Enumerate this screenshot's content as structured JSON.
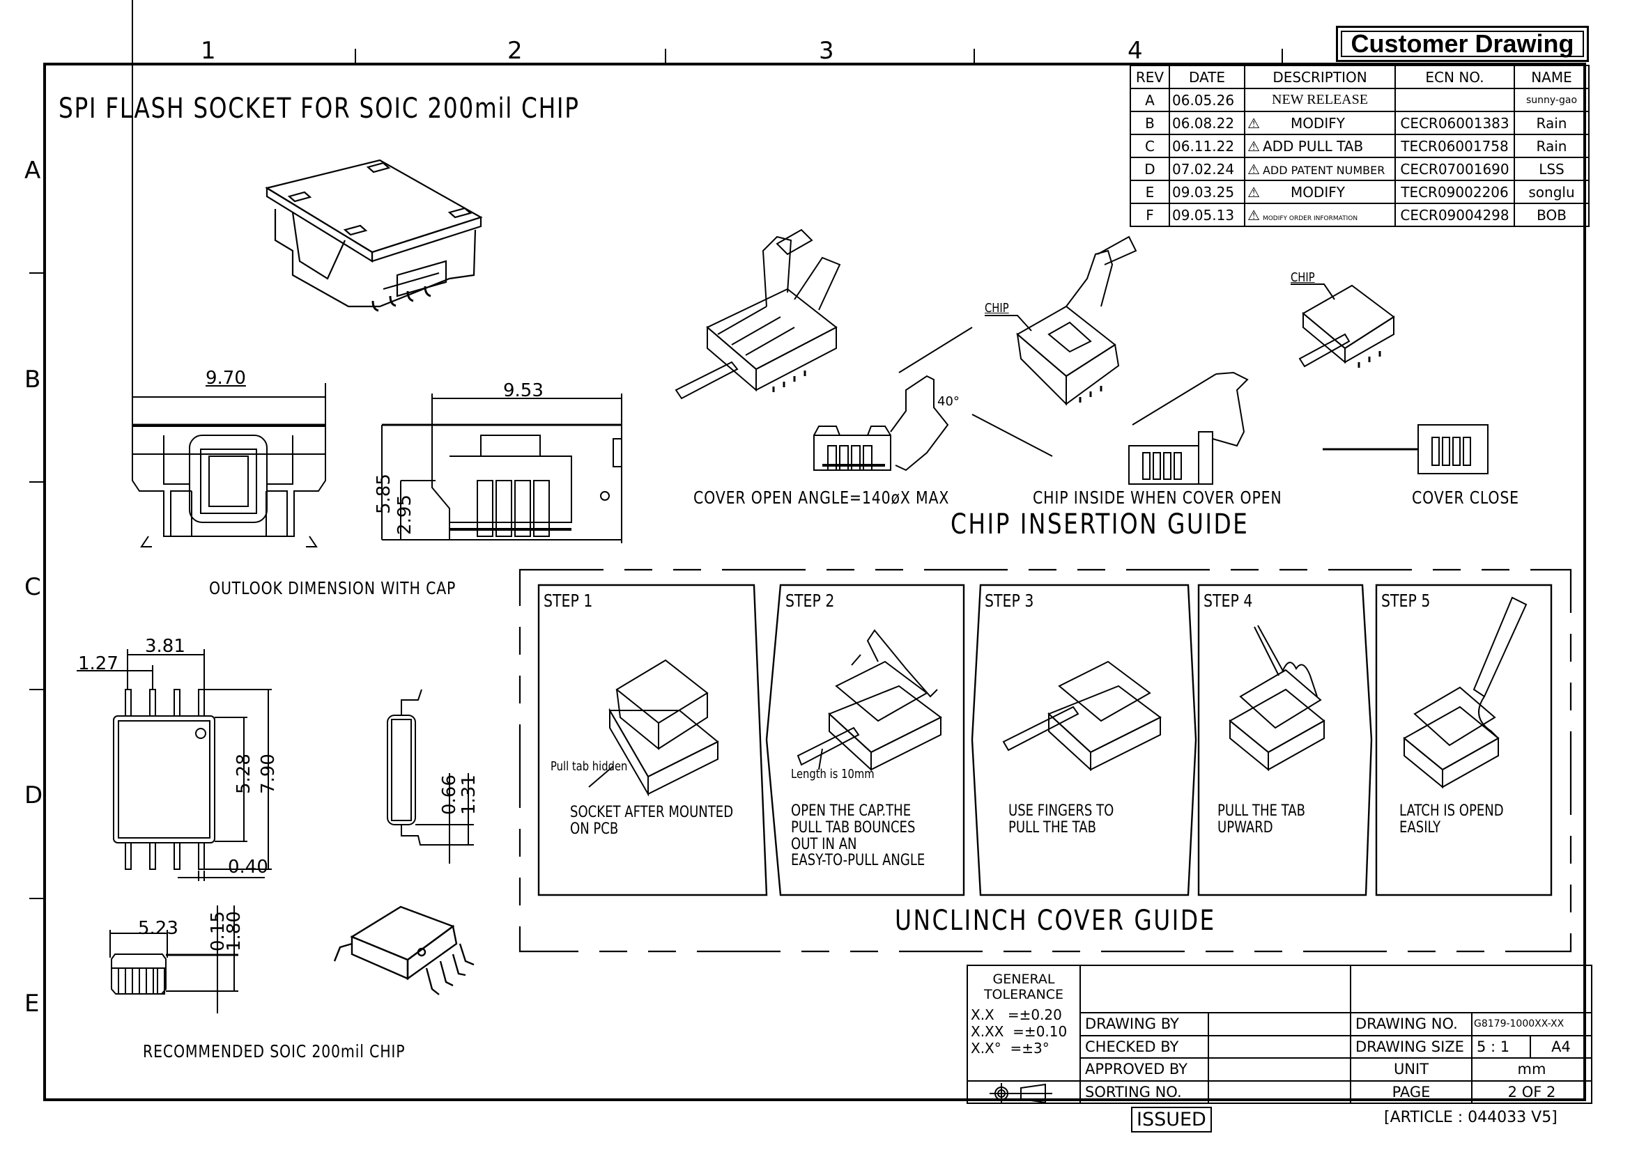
{
  "title": "SPI FLASH SOCKET FOR SOIC 200mil CHIP",
  "border": {
    "columns": [
      "1",
      "2",
      "3",
      "4"
    ],
    "rows": [
      "A",
      "B",
      "C",
      "D",
      "E"
    ]
  },
  "stamp": "Customer Drawing",
  "revision_table": {
    "headers": [
      "REV",
      "DATE",
      "DESCRIPTION",
      "ECN NO.",
      "NAME"
    ],
    "rows": [
      {
        "rev": "A",
        "date": "06.05.26",
        "description": "NEW RELEASE",
        "ecn": "",
        "name": "sunny-gao",
        "mark": ""
      },
      {
        "rev": "B",
        "date": "06.08.22",
        "description": "MODIFY",
        "ecn": "CECR06001383",
        "name": "Rain",
        "mark": "warning-triangle-icon"
      },
      {
        "rev": "C",
        "date": "06.11.22",
        "description": "ADD PULL TAB",
        "ecn": "TECR06001758",
        "name": "Rain",
        "mark": "warning-triangle-icon"
      },
      {
        "rev": "D",
        "date": "07.02.24",
        "description": "ADD PATENT NUMBER",
        "ecn": "CECR07001690",
        "name": "LSS",
        "mark": "warning-triangle-icon"
      },
      {
        "rev": "E",
        "date": "09.03.25",
        "description": "MODIFY",
        "ecn": "TECR09002206",
        "name": "songlu",
        "mark": "warning-triangle-icon"
      },
      {
        "rev": "F",
        "date": "09.05.13",
        "description": "MODIFY ORDER INFORMATION",
        "ecn": "CECR09004298",
        "name": "BOB",
        "mark": "warning-triangle-icon"
      }
    ]
  },
  "outlook": {
    "caption": "OUTLOOK DIMENSION WITH CAP",
    "front_width": "9.70",
    "side_width": "9.53",
    "height_total": "5.85",
    "height_base": "2.95"
  },
  "chip": {
    "caption": "RECOMMENDED SOIC 200mil CHIP",
    "pitch": "1.27",
    "pin_span": "3.81",
    "body_width": "5.28",
    "total_width": "7.90",
    "lead_width": "0.40",
    "lead_thickness": "0.66",
    "lead_height": "1.31",
    "body_length": "5.23",
    "standoff": "0.15",
    "total_height": "1.80"
  },
  "insertion_guide": {
    "title": "CHIP INSERTION GUIDE",
    "chip_label": "CHIP",
    "angle_label": "40°",
    "captions": [
      "COVER OPEN ANGLE=140øX MAX",
      "CHIP INSIDE WHEN COVER OPEN",
      "COVER CLOSE"
    ]
  },
  "unclinch_guide": {
    "title": "UNCLINCH COVER GUIDE",
    "steps": [
      {
        "label": "STEP 1",
        "note": "Pull tab hidden",
        "lines": [
          "SOCKET AFTER MOUNTED",
          "ON PCB"
        ]
      },
      {
        "label": "STEP 2",
        "note": "Length is 10mm",
        "lines": [
          "OPEN THE CAP.THE",
          "PULL TAB BOUNCES",
          "OUT IN AN",
          "EASY-TO-PULL ANGLE"
        ]
      },
      {
        "label": "STEP 3",
        "note": "",
        "lines": [
          "USE FINGERS TO",
          "PULL THE TAB"
        ]
      },
      {
        "label": "STEP 4",
        "note": "",
        "lines": [
          "PULL THE TAB",
          "UPWARD"
        ]
      },
      {
        "label": "STEP 5",
        "note": "",
        "lines": [
          "LATCH IS OPEND",
          "EASILY"
        ]
      }
    ]
  },
  "title_block": {
    "tolerance_title_1": "GENERAL",
    "tolerance_title_2": "TOLERANCE",
    "tolerances": [
      "X.X   =±0.20",
      "X.XX  =±0.10",
      "X.X°  =±3°"
    ],
    "drawing_by": "DRAWING BY",
    "checked_by": "CHECKED BY",
    "approved_by": "APPROVED BY",
    "sorting_no": "SORTING NO.",
    "drawing_no_label": "DRAWING NO.",
    "drawing_no": "G8179-1000XX-XX",
    "drawing_size_label": "DRAWING SIZE",
    "scale": "5 : 1",
    "paper": "A4",
    "unit_label": "UNIT",
    "unit": "mm",
    "page_label": "PAGE",
    "page": "2 OF 2",
    "issued": "ISSUED",
    "article": "[ARTICLE : 044033 V5]",
    "projection_icon": "third-angle-projection-icon"
  }
}
